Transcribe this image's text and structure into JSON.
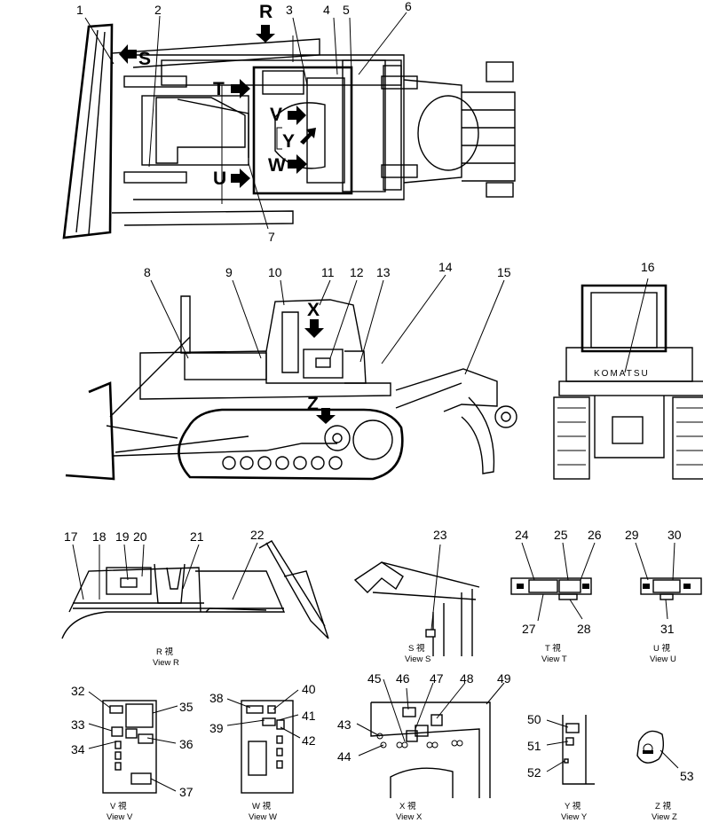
{
  "view_letters": {
    "S": "S",
    "R": "R",
    "T": "T",
    "V": "V",
    "Y": "Y",
    "U": "U",
    "W": "W",
    "X": "X",
    "Z": "Z"
  },
  "callouts": [
    "1",
    "2",
    "3",
    "4",
    "5",
    "6",
    "7",
    "8",
    "9",
    "10",
    "11",
    "12",
    "13",
    "14",
    "15",
    "16",
    "17",
    "18",
    "19",
    "20",
    "21",
    "22",
    "23",
    "24",
    "25",
    "26",
    "27",
    "28",
    "29",
    "30",
    "31",
    "32",
    "33",
    "34",
    "35",
    "36",
    "37",
    "38",
    "39",
    "40",
    "41",
    "42",
    "43",
    "44",
    "45",
    "46",
    "47",
    "48",
    "49",
    "50",
    "51",
    "52",
    "53"
  ],
  "brand_plate": "KOMATSU",
  "view_captions": {
    "R": {
      "jp": "R  視",
      "en": "View  R"
    },
    "S": {
      "jp": "S  視",
      "en": "View  S"
    },
    "T": {
      "jp": "T  視",
      "en": "View  T"
    },
    "U": {
      "jp": "U  視",
      "en": "View  U"
    },
    "V": {
      "jp": "V  視",
      "en": "View  V"
    },
    "W": {
      "jp": "W  視",
      "en": "View  W"
    },
    "X": {
      "jp": "X  視",
      "en": "View  X"
    },
    "Y": {
      "jp": "Y  視",
      "en": "View  Y"
    },
    "Z": {
      "jp": "Z  視",
      "en": "View  Z"
    }
  },
  "icons": [
    "view-arrow-icon"
  ]
}
